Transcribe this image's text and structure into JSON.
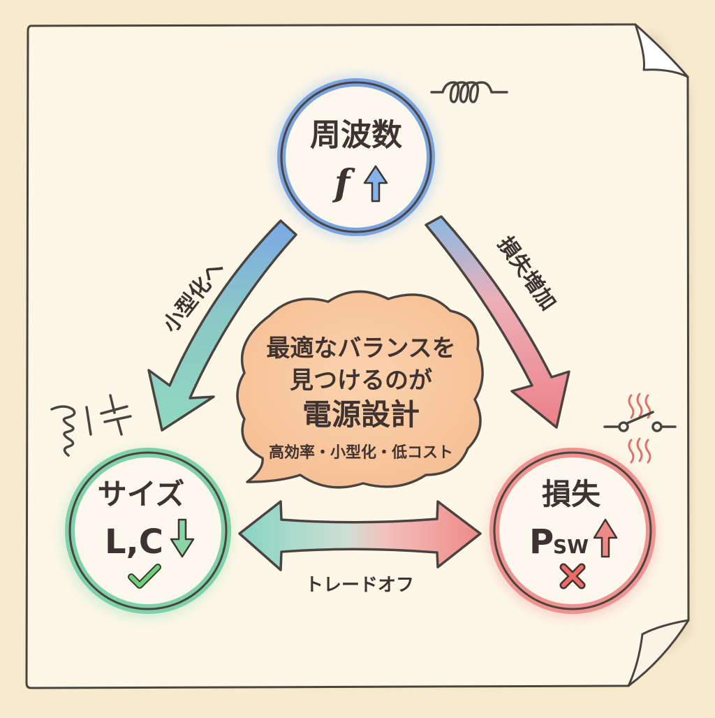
{
  "diagram": {
    "type": "tradeoff-triangle",
    "theme_colors": {
      "frequency": "#6f9ee0",
      "size": "#6cc99a",
      "loss": "#ec7f7c",
      "center_bubble": "#f8c9a0",
      "ink": "#3e3330",
      "paper": "#fdf7e8",
      "background": "#f8ebcd"
    },
    "nodes": {
      "frequency": {
        "title": "周波数",
        "symbol": "f",
        "indicator": "up-arrow",
        "decoration": "inductor-coil-icon"
      },
      "size": {
        "title": "サイズ",
        "symbol": "L,C",
        "indicator": "down-arrow",
        "verdict": "check-mark",
        "decoration": "inductor-capacitor-icon"
      },
      "loss": {
        "title": "損失",
        "symbol_main": "P",
        "symbol_sub": "SW",
        "indicator": "up-arrow",
        "verdict": "x-mark",
        "decoration": "switch-heat-icon"
      }
    },
    "edges": {
      "freq_to_size": {
        "label": "小型化へ"
      },
      "freq_to_loss": {
        "label": "損失増加"
      },
      "size_loss": {
        "label": "トレードオフ"
      }
    },
    "center": {
      "line1": "最適なバランスを",
      "line2": "見つけるのが",
      "line3": "電源設計",
      "line4": "高効率・小型化・低コスト"
    }
  }
}
